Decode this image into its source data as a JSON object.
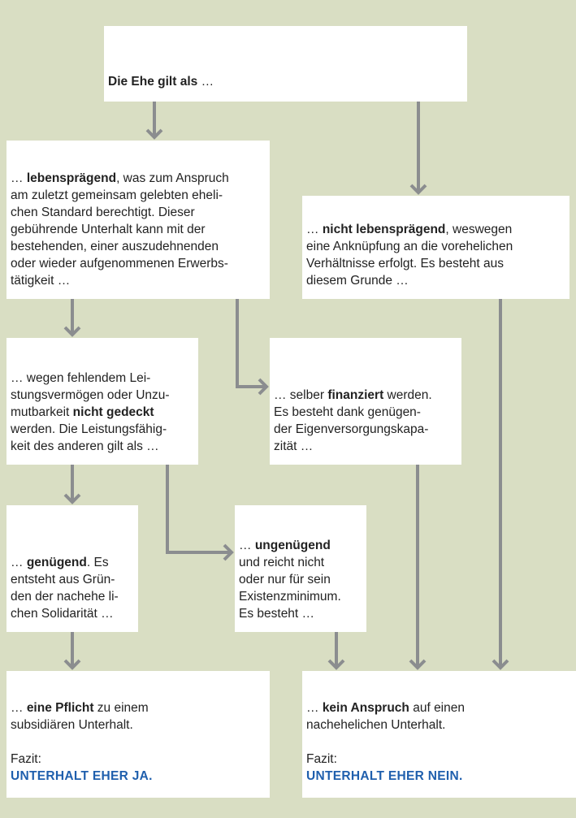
{
  "colors": {
    "background": "#d9dec3",
    "arrow": "#8b8d8f",
    "box": "#ffffff",
    "accent": "#1f5fad"
  },
  "boxes": [
    {
      "id": "start",
      "lines": [
        [
          {
            "t": "Die Ehe gilt als ",
            "b": true
          },
          {
            "t": "…",
            "b": false
          }
        ]
      ]
    },
    {
      "id": "lebenspraegend",
      "lines": [
        [
          {
            "t": "… ",
            "b": false
          },
          {
            "t": "lebensprägend",
            "b": true
          },
          {
            "t": ", was zum Anspruch",
            "b": false
          }
        ],
        [
          {
            "t": "am zuletzt gemeinsam gelebten eheli-",
            "b": false
          }
        ],
        [
          {
            "t": "chen Standard berechtigt. Dieser",
            "b": false
          }
        ],
        [
          {
            "t": "gebührende Unterhalt kann mit der",
            "b": false
          }
        ],
        [
          {
            "t": "bestehenden, einer auszudehnenden",
            "b": false
          }
        ],
        [
          {
            "t": "oder wieder aufgenommenen Erwerbs-",
            "b": false
          }
        ],
        [
          {
            "t": "tätigkeit …",
            "b": false
          }
        ]
      ]
    },
    {
      "id": "nicht-lebenspraegend",
      "lines": [
        [
          {
            "t": "… ",
            "b": false
          },
          {
            "t": "nicht lebensprägend",
            "b": true
          },
          {
            "t": ", weswegen",
            "b": false
          }
        ],
        [
          {
            "t": "eine Anknüpfung an die vorehelichen",
            "b": false
          }
        ],
        [
          {
            "t": "Verhältnisse erfolgt. Es besteht aus",
            "b": false
          }
        ],
        [
          {
            "t": "diesem Grunde …",
            "b": false
          }
        ]
      ]
    },
    {
      "id": "nicht-gedeckt",
      "lines": [
        [
          {
            "t": "… wegen fehlendem Lei-",
            "b": false
          }
        ],
        [
          {
            "t": "stungsvermögen oder Unzu-",
            "b": false
          }
        ],
        [
          {
            "t": "mutbarkeit ",
            "b": false
          },
          {
            "t": "nicht gedeckt",
            "b": true
          }
        ],
        [
          {
            "t": "werden. Die Leistungsfähig-",
            "b": false
          }
        ],
        [
          {
            "t": "keit des anderen gilt als …",
            "b": false
          }
        ]
      ]
    },
    {
      "id": "finanziert",
      "lines": [
        [
          {
            "t": "… selber ",
            "b": false
          },
          {
            "t": "finanziert",
            "b": true
          },
          {
            "t": " werden.",
            "b": false
          }
        ],
        [
          {
            "t": "Es besteht dank genügen-",
            "b": false
          }
        ],
        [
          {
            "t": "der Eigenversorgungskapa-",
            "b": false
          }
        ],
        [
          {
            "t": "zität …",
            "b": false
          }
        ]
      ]
    },
    {
      "id": "genuegend",
      "lines": [
        [
          {
            "t": "… ",
            "b": false
          },
          {
            "t": "genügend",
            "b": true
          },
          {
            "t": ". Es",
            "b": false
          }
        ],
        [
          {
            "t": "entsteht aus Grün-",
            "b": false
          }
        ],
        [
          {
            "t": "den der nachehe li-",
            "b": false
          }
        ],
        [
          {
            "t": "chen Solidarität …",
            "b": false
          }
        ]
      ]
    },
    {
      "id": "ungenuegend",
      "lines": [
        [
          {
            "t": "… ",
            "b": false
          },
          {
            "t": "ungenügend",
            "b": true
          }
        ],
        [
          {
            "t": "und reicht nicht",
            "b": false
          }
        ],
        [
          {
            "t": "oder nur für sein",
            "b": false
          }
        ],
        [
          {
            "t": "Existenzminimum.",
            "b": false
          }
        ],
        [
          {
            "t": "Es besteht …",
            "b": false
          }
        ]
      ]
    },
    {
      "id": "ja",
      "lines": [
        [
          {
            "t": "… ",
            "b": false
          },
          {
            "t": "eine Pflicht",
            "b": true
          },
          {
            "t": " zu einem",
            "b": false
          }
        ],
        [
          {
            "t": "subsidiären Unterhalt.",
            "b": false
          }
        ]
      ],
      "fazit_label": "Fazit:",
      "fazit": "UNTERHALT EHER JA."
    },
    {
      "id": "nein",
      "lines": [
        [
          {
            "t": "… ",
            "b": false
          },
          {
            "t": "kein Anspruch",
            "b": true
          },
          {
            "t": " auf einen",
            "b": false
          }
        ],
        [
          {
            "t": "nachehelichen Unterhalt.",
            "b": false
          }
        ]
      ],
      "fazit_label": "Fazit:",
      "fazit": "UNTERHALT EHER NEIN."
    }
  ]
}
